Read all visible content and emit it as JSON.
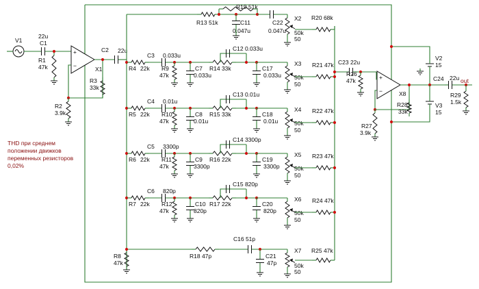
{
  "note": [
    "THD при среднем",
    "положении движков",
    "переменных резисторов",
    "0,02%"
  ],
  "labels": {
    "V1": "V1",
    "C1": "C1",
    "C1v": "22u",
    "R1": "R1",
    "R1v": "47k",
    "X1": "X1",
    "R2": "R2",
    "R2v": "3.9k",
    "R3": "R3",
    "R3v": "33k",
    "C2": "C2",
    "C2v": "22u",
    "R4": "R4",
    "R4v": "22k",
    "C3": "C3",
    "C3v": "0.033u",
    "R9": "R9",
    "R9v": "47k",
    "C7": "C7",
    "C7v": "0.033u",
    "R14": "R14 33k",
    "C12": "C12 0.033u",
    "C17": "C17",
    "C17v": "0.033u",
    "X3": "X3",
    "X3v1": "50k",
    "X3v2": "50",
    "R21": "R21 47k",
    "R13": "R13 51k",
    "R19": "R19 51k",
    "C11": "C11",
    "C11v": "0.047u",
    "C22": "C22",
    "C22v": "0.047u",
    "X2": "X2",
    "X2v1": "50k",
    "X2v2": "50",
    "R20": "R20 68k",
    "C4": "C4",
    "C4v": "0.01u",
    "R5": "R5",
    "R5v": "22k",
    "R10": "R10",
    "R10v": "47k",
    "C8": "C8",
    "C8v": "0.01u",
    "R15": "R15 33k",
    "C13": "C13 0.01u",
    "C18": "C18",
    "C18v": "0.01u",
    "X4": "X4",
    "X4v1": "50k",
    "X4v2": "50",
    "R22": "R22 47k",
    "C5": "C5",
    "C5v": "3300p",
    "R6": "R6",
    "R6v": "22k",
    "R11": "R11",
    "R11v": "47k",
    "C9": "C9",
    "C9v": "3300p",
    "R16": "R16 22k",
    "C14": "C14 3300p",
    "C19": "C19",
    "C19v": "3300p",
    "X5": "X5",
    "X5v1": "50k",
    "X5v2": "50",
    "R23": "R23 47k",
    "C6": "C6",
    "C6v": "820p",
    "R7": "R7",
    "R7v": "22k",
    "R12": "R12",
    "R12v": "47k",
    "C10": "C10",
    "C10v": "820p",
    "R17": "R17 22k",
    "C15": "C15 820p",
    "C20": "C20",
    "C20v": "820p",
    "X6": "X6",
    "X6v1": "50k",
    "X6v2": "50",
    "R24": "R24 47k",
    "R8": "R8",
    "R8v": "47k",
    "R18": "R18 47p",
    "C16": "C16 51p",
    "C21": "C21",
    "C21v": "47p",
    "X7": "X7",
    "X7v1": "50k",
    "X7v2": "50",
    "R25": "R25 47k",
    "C23": "C23 22u",
    "R26": "R26",
    "R26v": "47k",
    "X8": "X8",
    "R27": "R27",
    "R27v": "3.9k",
    "R28": "R28",
    "R28v": "33k",
    "V2": "V2",
    "V2v": "15",
    "V3": "V3",
    "V3v": "15",
    "C24": "C24",
    "C24v": "22u",
    "R29": "R29",
    "R29v": "1.5k",
    "out": "out"
  },
  "colors": {
    "wire": "#2e7d32",
    "node": "#d01010",
    "component": "#111111",
    "note": "#8a1010"
  }
}
